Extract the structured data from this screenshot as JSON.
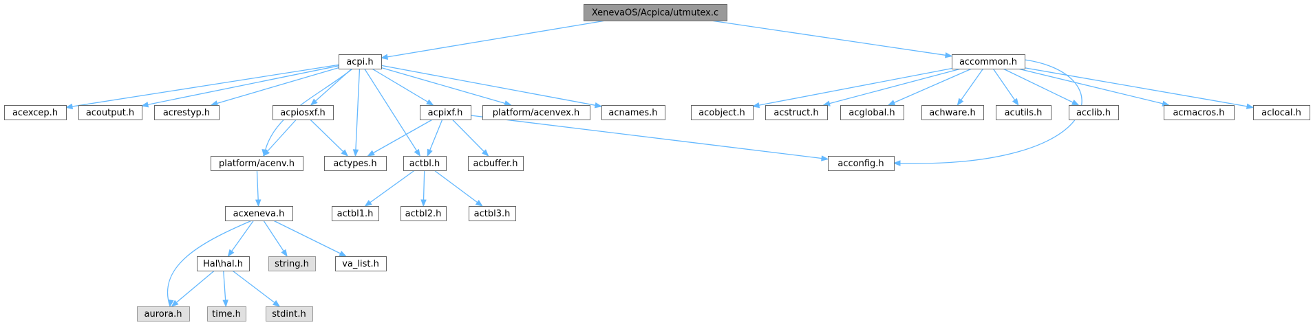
{
  "graph": {
    "title": "XenevaOS/Acpica/utmutex.c",
    "colors": {
      "edge": "#63b8ff",
      "node_border": "#666666",
      "root_fill": "#999999",
      "system_header_fill": "#e0e0e0"
    },
    "nodes": {
      "root": "XenevaOS/Acpica/utmutex.c",
      "acpi": "acpi.h",
      "accommon": "accommon.h",
      "acexcep": "acexcep.h",
      "acoutput": "acoutput.h",
      "acrestyp": "acrestyp.h",
      "acpiosxf": "acpiosxf.h",
      "acpixf": "acpixf.h",
      "platform_acenvex": "platform/acenvex.h",
      "acnames": "acnames.h",
      "platform_acenv": "platform/acenv.h",
      "actypes": "actypes.h",
      "actbl": "actbl.h",
      "acbuffer": "acbuffer.h",
      "acconfig": "acconfig.h",
      "acxeneva": "acxeneva.h",
      "actbl1": "actbl1.h",
      "actbl2": "actbl2.h",
      "actbl3": "actbl3.h",
      "halhal": "Hal\\hal.h",
      "string": "string.h",
      "va_list": "va_list.h",
      "aurora": "aurora.h",
      "time": "time.h",
      "stdint": "stdint.h",
      "acobject": "acobject.h",
      "acstruct": "acstruct.h",
      "acglobal": "acglobal.h",
      "achware": "achware.h",
      "acutils": "acutils.h",
      "acclib": "acclib.h",
      "acmacros": "acmacros.h",
      "aclocal": "aclocal.h"
    },
    "edges": [
      [
        "root",
        "acpi"
      ],
      [
        "root",
        "accommon"
      ],
      [
        "acpi",
        "acexcep"
      ],
      [
        "acpi",
        "acoutput"
      ],
      [
        "acpi",
        "acrestyp"
      ],
      [
        "acpi",
        "acpiosxf"
      ],
      [
        "acpi",
        "acpixf"
      ],
      [
        "acpi",
        "platform_acenvex"
      ],
      [
        "acpi",
        "acnames"
      ],
      [
        "acpi",
        "platform_acenv"
      ],
      [
        "acpi",
        "actypes"
      ],
      [
        "acpi",
        "actbl"
      ],
      [
        "acpiosxf",
        "platform_acenv"
      ],
      [
        "acpiosxf",
        "actypes"
      ],
      [
        "acpixf",
        "actypes"
      ],
      [
        "acpixf",
        "actbl"
      ],
      [
        "acpixf",
        "acbuffer"
      ],
      [
        "acpixf",
        "acconfig"
      ],
      [
        "platform_acenv",
        "acxeneva"
      ],
      [
        "actbl",
        "actbl1"
      ],
      [
        "actbl",
        "actbl2"
      ],
      [
        "actbl",
        "actbl3"
      ],
      [
        "acxeneva",
        "halhal"
      ],
      [
        "acxeneva",
        "string"
      ],
      [
        "acxeneva",
        "va_list"
      ],
      [
        "acxeneva",
        "aurora"
      ],
      [
        "halhal",
        "aurora"
      ],
      [
        "halhal",
        "time"
      ],
      [
        "halhal",
        "stdint"
      ],
      [
        "accommon",
        "acobject"
      ],
      [
        "accommon",
        "acstruct"
      ],
      [
        "accommon",
        "acglobal"
      ],
      [
        "accommon",
        "achware"
      ],
      [
        "accommon",
        "acutils"
      ],
      [
        "accommon",
        "acclib"
      ],
      [
        "accommon",
        "acmacros"
      ],
      [
        "accommon",
        "aclocal"
      ],
      [
        "accommon",
        "acconfig"
      ]
    ]
  }
}
